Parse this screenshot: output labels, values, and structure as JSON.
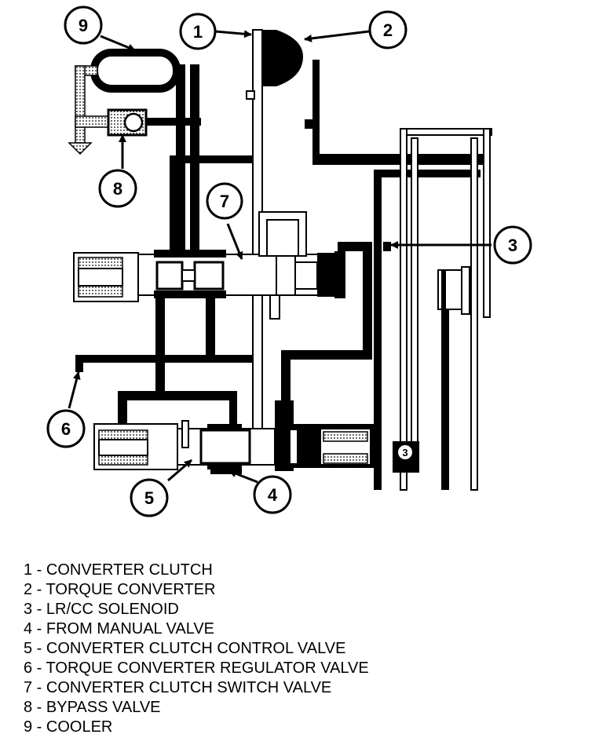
{
  "callouts": {
    "c1": "1",
    "c2": "2",
    "c3": "3",
    "c4": "4",
    "c5": "5",
    "c6": "6",
    "c7": "7",
    "c8": "8",
    "c9": "9",
    "solenoid_box": "3"
  },
  "legend": [
    "1 - CONVERTER CLUTCH",
    "2 - TORQUE CONVERTER",
    "3 - LR/CC SOLENOID",
    "4 - FROM MANUAL VALVE",
    "5 - CONVERTER CLUTCH CONTROL VALVE",
    "6 - TORQUE CONVERTER REGULATOR VALVE",
    "7 - CONVERTER CLUTCH SWITCH VALVE",
    "8 - BYPASS VALVE",
    "9 - COOLER"
  ]
}
